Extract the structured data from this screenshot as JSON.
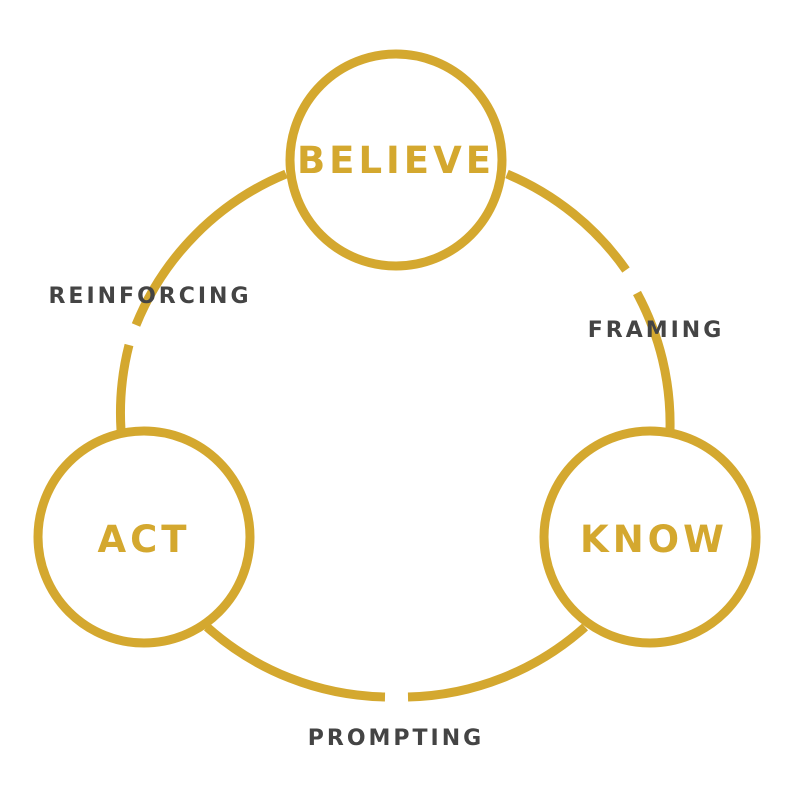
{
  "colors": {
    "accent": "#D4A82F",
    "label": "#444444",
    "background": "#FFFFFF"
  },
  "nodes": {
    "believe": "BELIEVE",
    "know": "KNOW",
    "act": "ACT"
  },
  "edges": {
    "framing": "FRAMING",
    "prompting": "PROMPTING",
    "reinforcing": "REINFORCING"
  }
}
